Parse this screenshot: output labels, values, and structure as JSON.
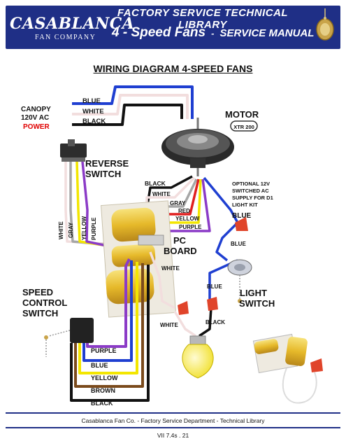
{
  "header": {
    "logo_main": "CASABLANCA",
    "logo_sub": "FAN COMPANY",
    "library_title": "FACTORY SERVICE TECHNICAL LIBRARY",
    "title": "4 - Speed Fans",
    "separator": "-",
    "manual": "SERVICE MANUAL"
  },
  "diagram": {
    "title": "WIRING DIAGRAM 4-SPEED FANS",
    "canopy_label": [
      "CANOPY",
      "120V AC"
    ],
    "power_label": "POWER",
    "canopy_wires": [
      "BLUE",
      "WHITE",
      "BLACK"
    ],
    "motor_label": "MOTOR",
    "motor_badge": "XTR 200",
    "reverse_label": [
      "REVERSE",
      "SWITCH"
    ],
    "reverse_wires": [
      "WHITE",
      "GRAY",
      "YELLOW",
      "PURPLE"
    ],
    "motor_wires": [
      "BLACK",
      "WHITE",
      "GRAY",
      "RED",
      "YELLOW",
      "PURPLE"
    ],
    "optional_note": [
      "OPTIONAL 12V",
      "SWITCHED AC",
      "SUPPLY FOR D1",
      "LIGHT KIT"
    ],
    "pc_board_label": [
      "PC",
      "BOARD"
    ],
    "right_wires": [
      "BLUE",
      "BLUE",
      "BLUE",
      "BLACK"
    ],
    "white_wire_labels": [
      "WHITE",
      "WHITE"
    ],
    "speed_label": [
      "SPEED",
      "CONTROL",
      "SWITCH"
    ],
    "light_switch_label": [
      "LIGHT",
      "SWITCH"
    ],
    "speed_wires": [
      "PURPLE",
      "BLUE",
      "YELLOW",
      "BROWN",
      "BLACK"
    ],
    "colors": {
      "blue": "#1f3fd1",
      "black": "#111111",
      "white_wire": "#f2dede",
      "gray": "#a6a6a6",
      "red": "#e02020",
      "yellow": "#f3e600",
      "purple": "#8b3bc7",
      "brown": "#7a4a1c",
      "banner": "#1f2f86",
      "power_red": "#e00000"
    }
  },
  "footer": {
    "text": "Casablanca Fan Co. - Factory Service Department - Technical Library",
    "page": "VII 7.4s . 21"
  }
}
